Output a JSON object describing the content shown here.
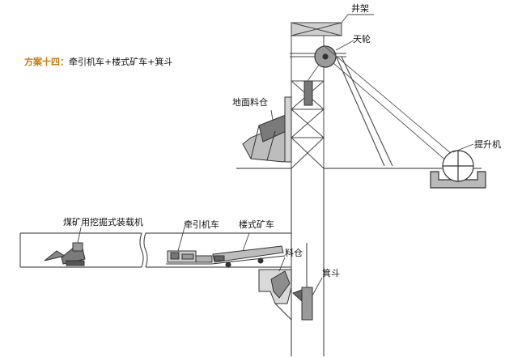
{
  "title": {
    "scheme": "方案十四：",
    "combo": "牵引机车+楼式矿车+箕斗"
  },
  "labels": {
    "headframe": "井架",
    "sheave": "天轮",
    "surface_bin": "地面料仓",
    "hoist": "提升机",
    "loader": "煤矿用挖掘式装载机",
    "locomotive": "牵引机车",
    "mine_car": "楼式矿车",
    "bin": "料仓",
    "skip": "箕斗"
  },
  "colors": {
    "title_accent": "#c07a10",
    "line": "#444444",
    "fill_dark": "#555555",
    "fill_mid": "#8a8a8a",
    "fill_light": "#d8d8d8"
  }
}
